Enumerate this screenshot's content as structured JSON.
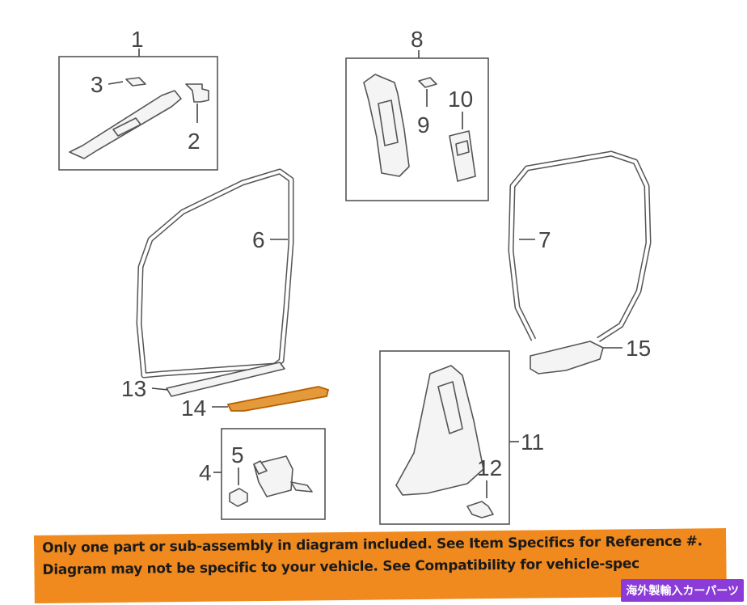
{
  "callouts": {
    "c1": "1",
    "c2": "2",
    "c3": "3",
    "c4": "4",
    "c5": "5",
    "c6": "6",
    "c7": "7",
    "c8": "8",
    "c9": "9",
    "c10": "10",
    "c11": "11",
    "c12": "12",
    "c13": "13",
    "c14": "14",
    "c15": "15"
  },
  "banner": {
    "line1": "Only one part or sub-assembly in diagram included. See Item Specifics for Reference #.",
    "line2": "Diagram may not be specific to your vehicle. See Compatibility for vehicle-spec",
    "badge": "海外製輸入カーパーツ"
  },
  "colors": {
    "banner": "#f08a1e",
    "badge": "#8a3bd8",
    "highlight": "#e49a3a"
  }
}
